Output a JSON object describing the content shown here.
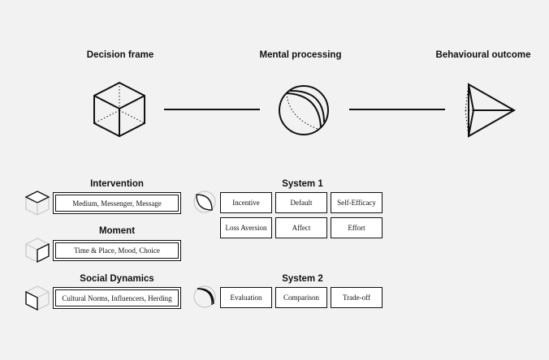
{
  "top": {
    "decision_frame": "Decision frame",
    "mental_processing": "Mental processing",
    "behavioural_outcome": "Behavioural outcome"
  },
  "groups": {
    "intervention": {
      "title": "Intervention",
      "items": [
        "Medium, Messenger, Message"
      ]
    },
    "moment": {
      "title": "Moment",
      "items": [
        "Time & Place, Mood, Choice"
      ]
    },
    "social_dynamics": {
      "title": "Social Dynamics",
      "items": [
        "Cultural Norms, Influencers, Herding"
      ]
    },
    "system1": {
      "title": "System 1",
      "row1": [
        "Incentive",
        "Default",
        "Self-Efficacy"
      ],
      "row2": [
        "Loss Aversion",
        "Affect",
        "Effort"
      ]
    },
    "system2": {
      "title": "System 2",
      "items": [
        "Evaluation",
        "Comparison",
        "Trade-off"
      ]
    }
  },
  "icons": {
    "cube": "cube-icon",
    "sphere": "sphere-icon",
    "pyramid": "pyramid-icon"
  },
  "colors": {
    "background": "#f2f2f2",
    "line": "#111111",
    "box": "#ffffff",
    "muted": "#c8c8c8"
  }
}
